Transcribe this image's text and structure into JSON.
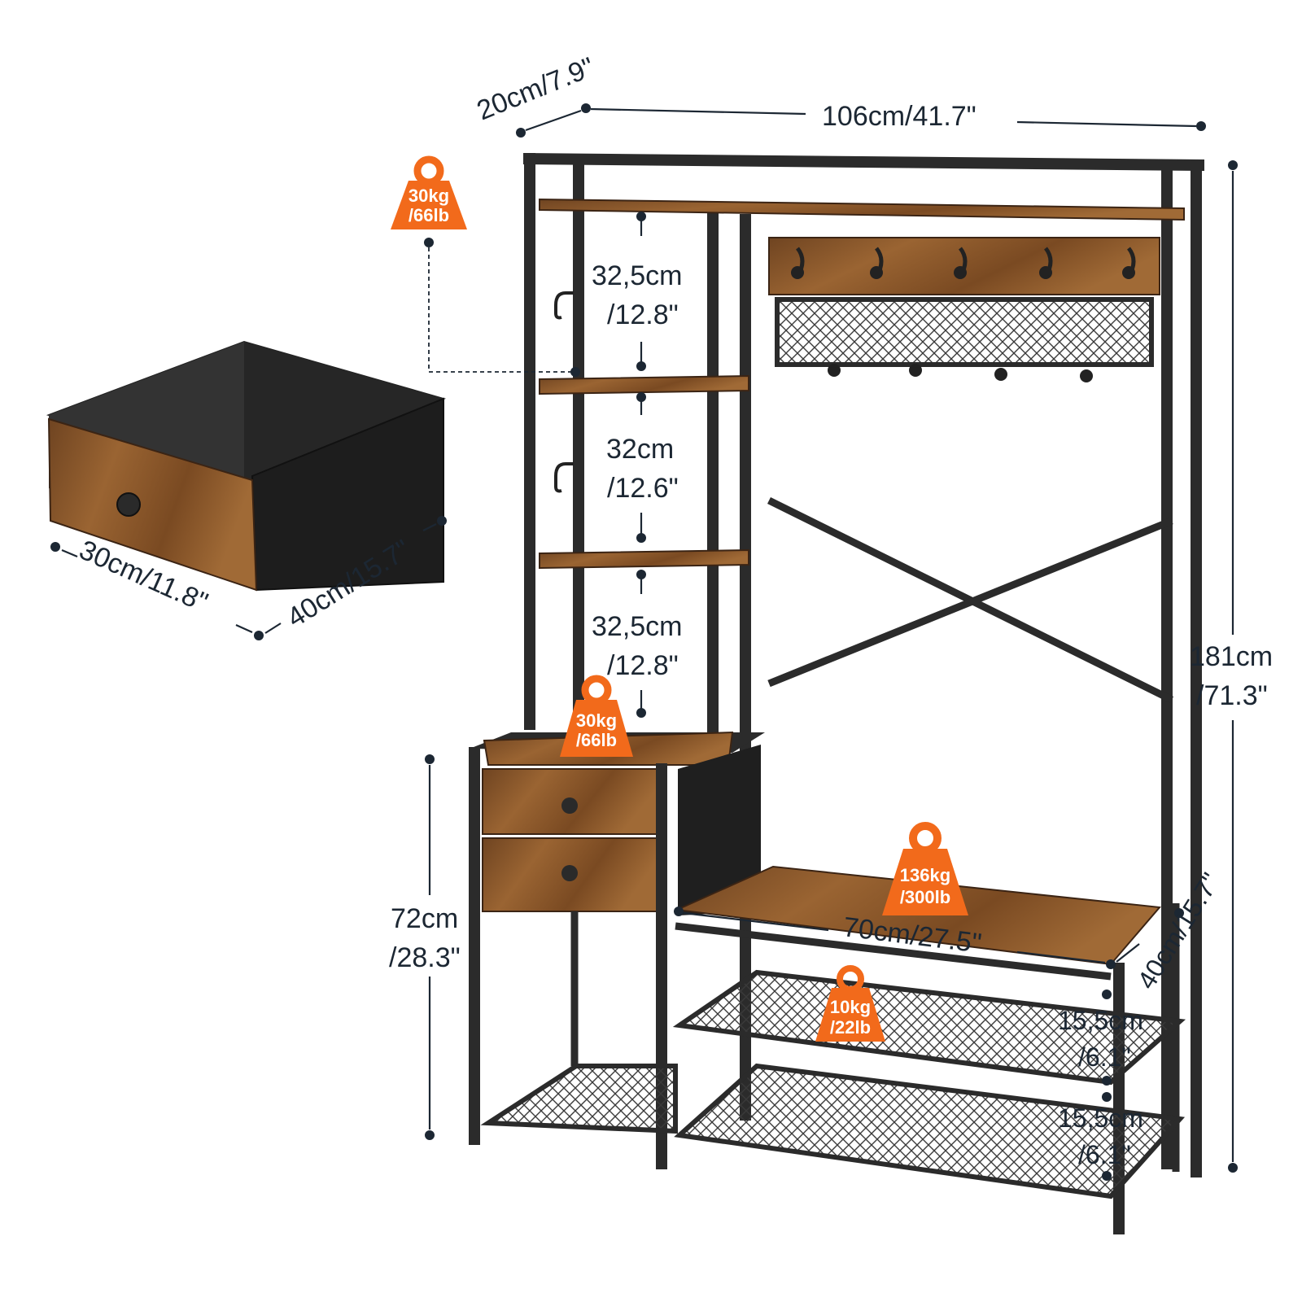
{
  "colors": {
    "frame": "#2b2b2b",
    "wood": "#8b5a2b",
    "wood_dark": "#5e3a1b",
    "badge": "#f26a1b",
    "text": "#1c2733",
    "fabric": "#2f2f2f"
  },
  "icons": {
    "weight": "weight-icon",
    "knob": "drawer-knob-icon",
    "hook": "coat-hook-icon"
  },
  "dimensions": {
    "depth_top": "20cm/7.9\"",
    "width_top": "106cm/41.7\"",
    "shelf_gap_1": {
      "line1": "32,5cm",
      "line2": "/12.8\""
    },
    "shelf_gap_2": {
      "line1": "32cm",
      "line2": "/12.6\""
    },
    "shelf_gap_3": {
      "line1": "32,5cm",
      "line2": "/12.8\""
    },
    "height_total": {
      "line1": "181cm",
      "line2": "/71.3\""
    },
    "drawer_width": "30cm/11.8\"",
    "drawer_depth": "40cm/15.7\"",
    "cabinet_height": {
      "line1": "72cm",
      "line2": "/28.3\""
    },
    "bench_width": "70cm/27.5\"",
    "bench_depth": "40cm/15.7\"",
    "shoe_gap_1": {
      "line1": "15,5cm",
      "line2": "/6.1\""
    },
    "shoe_gap_2": {
      "line1": "15,5cm",
      "line2": "/6.1\""
    }
  },
  "weights": {
    "top_shelf": {
      "line1": "30kg",
      "line2": "/66lb"
    },
    "cabinet_top": {
      "line1": "30kg",
      "line2": "/66lb"
    },
    "bench": {
      "line1": "136kg",
      "line2": "/300lb"
    },
    "shoe_rack": {
      "line1": "10kg",
      "line2": "/22lb"
    }
  }
}
